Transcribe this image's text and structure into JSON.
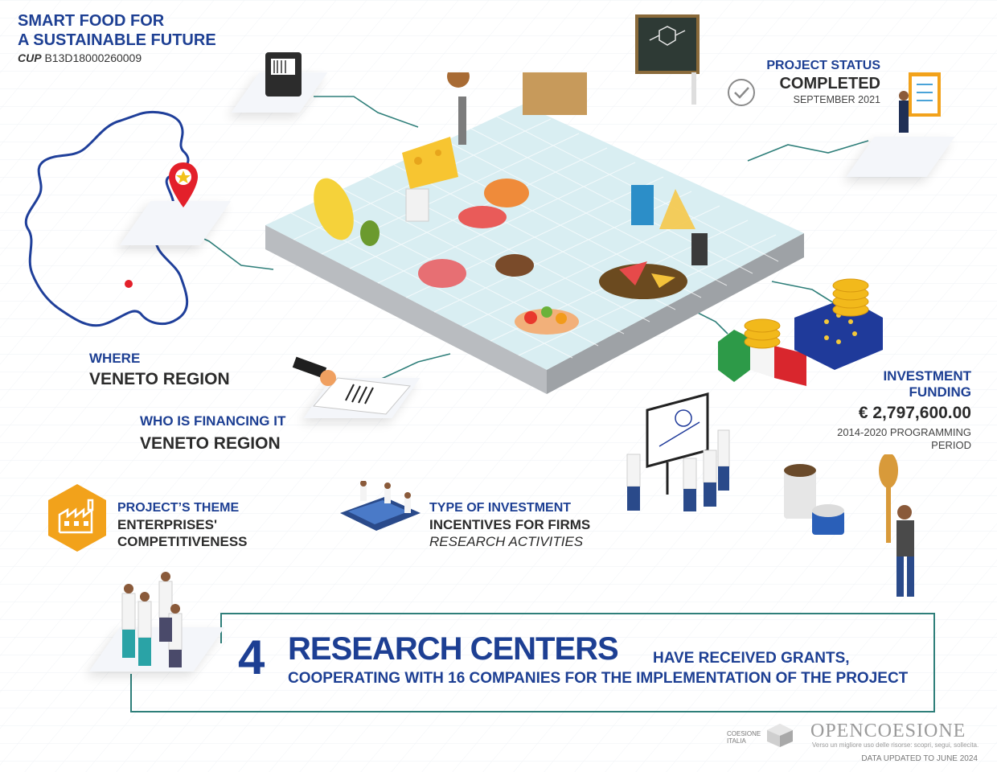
{
  "header": {
    "title_line1": "SMART FOOD FOR",
    "title_line2": "A SUSTAINABLE FUTURE",
    "cup_label": "CUP",
    "cup_code": "B13D18000260009"
  },
  "status": {
    "label": "PROJECT STATUS",
    "value": "COMPLETED",
    "date": "SEPTEMBER 2021"
  },
  "where": {
    "label": "WHERE",
    "value": "VENETO REGION"
  },
  "financing": {
    "label": "WHO IS FINANCING IT",
    "value": "VENETO REGION"
  },
  "funding": {
    "label_line1": "INVESTMENT",
    "label_line2": "FUNDING",
    "amount": "€ 2,797,600.00",
    "period_line1": "2014-2020 PROGRAMMING",
    "period_line2": "PERIOD"
  },
  "theme": {
    "label": "PROJECT’S THEME",
    "value_line1": "ENTERPRISES'",
    "value_line2": "COMPETITIVENESS"
  },
  "investment_type": {
    "label": "TYPE OF INVESTMENT",
    "value": "INCENTIVES FOR FIRMS",
    "sub": "RESEARCH ACTIVITIES"
  },
  "summary": {
    "number": "4",
    "headline": "RESEARCH CENTERS",
    "line1": "HAVE RECEIVED GRANTS,",
    "line2": "COOPERATING WITH 16 COMPANIES FOR THE IMPLEMENTATION OF THE PROJECT"
  },
  "footer": {
    "coesione_line1": "COESIONE",
    "coesione_line2": "ITALIA",
    "brand": "OPENCOESIONE",
    "tagline": "Verso un migliore uso delle risorse: scopri, segui, sollecita.",
    "updated": "DATA UPDATED TO JUNE 2024"
  },
  "colors": {
    "accent_blue": "#1d3f93",
    "connector_teal": "#2f7f7a",
    "theme_orange": "#f2a21b",
    "map_blue": "#1f3f9a",
    "map_dot": "#e3202a"
  },
  "icons": {
    "status": "checkmark-circle-icon",
    "theme": "factory-hexagon-icon",
    "location": "map-pin-icon"
  }
}
